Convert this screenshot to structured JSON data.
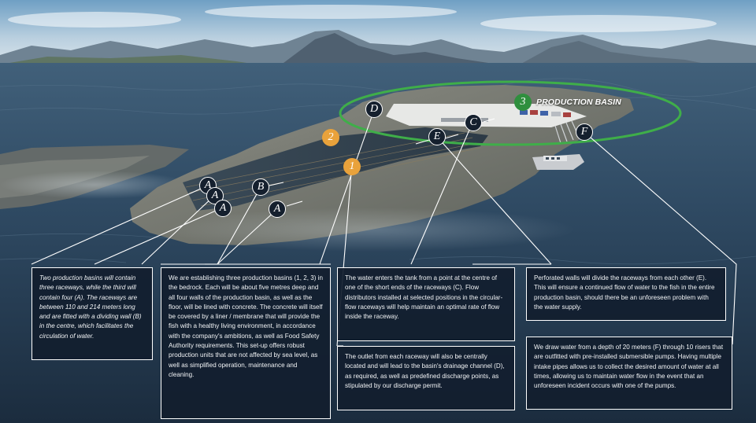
{
  "title": "PRODUCTION BASIN",
  "colors": {
    "ellipse": "#3fae49",
    "badge_orange": "#e9a23b",
    "badge_green": "#2f8f3e",
    "box_bg": "#121e2e"
  },
  "markers": {
    "one": "1",
    "two": "2",
    "three": "3",
    "a1": "A",
    "a2": "A",
    "a3": "A",
    "a4": "A",
    "b": "B",
    "c": "C",
    "d": "D",
    "e": "E",
    "f": "F"
  },
  "boxes": {
    "raceways": "Two production basins will contain three raceways, while the third will contain four (A). The raceways are between 110 and 214 meters long and are fitted with a dividing wall (B) in the centre, which facilitates the circulation of water.",
    "basins": "We are establishing three production basins (1, 2, 3) in the bedrock. Each will be about five metres deep and all four walls of the production basin, as well as the floor, will be lined with concrete. The concrete will itself be covered by a liner / membrane that will provide the fish with a healthy living environment, in accordance with the company's ambitions, as well as Food Safety Authority requirements. This set-up offers robust production units that are not affected by sea level, as well as simplified operation, maintenance and cleaning.",
    "inflow": "The water enters the tank from a point at the centre of one of the short ends of the raceways (C). Flow distributors installed at selected positions in the circular-flow raceways will help maintain an optimal rate of flow inside the raceway.",
    "outlet": "The outlet from each raceway will also be centrally located and will lead to the basin's drainage channel (D), as required, as well as predefined discharge points, as stipulated by our discharge permit.",
    "walls": "Perforated walls will divide the raceways from each other (E). This will ensure a continued flow of water to the fish in the entire production basin, should there be an unforeseen problem with the water supply.",
    "intake": "We draw water from a depth of 20 meters (F) through 10 risers that are outfitted with pre-installed submersible pumps. Having multiple intake pipes allows us to collect the desired amount of water at all times, allowing us to maintain water flow in the event that an unforeseen incident occurs with one of the pumps."
  }
}
